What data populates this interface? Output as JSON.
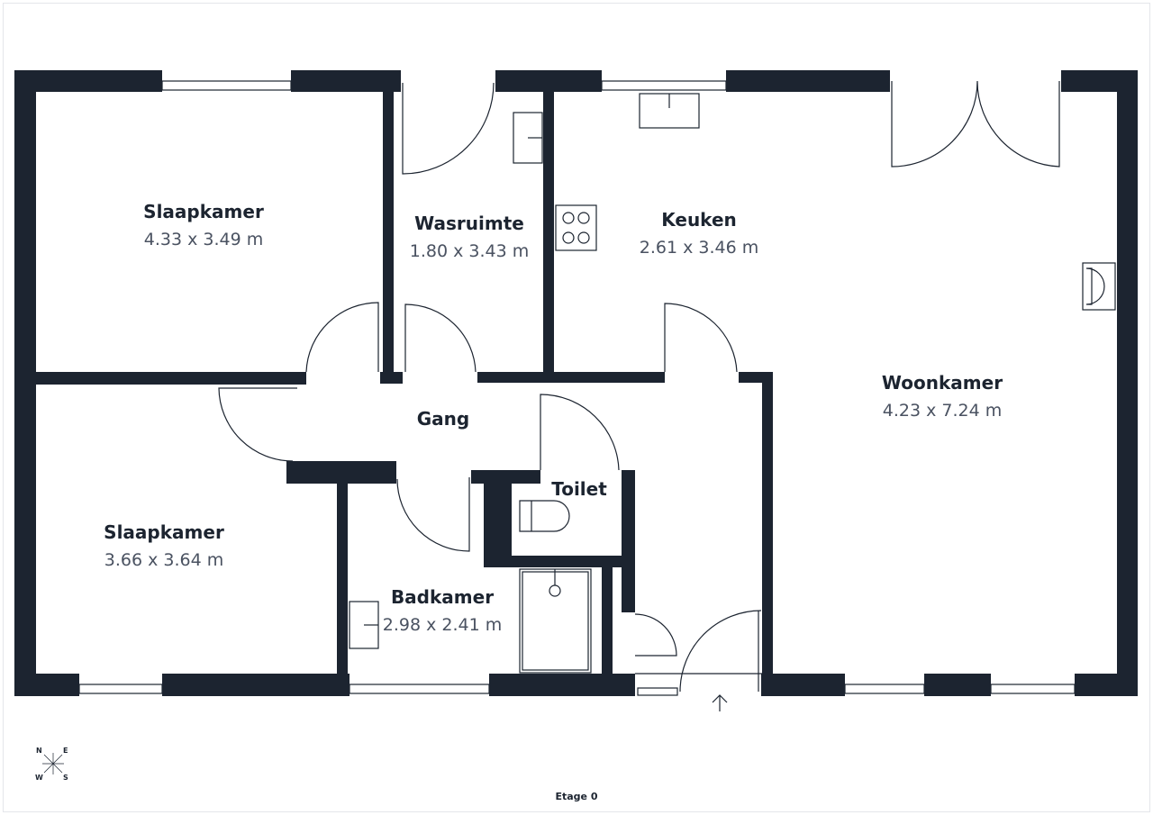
{
  "floor_label": "Etage 0",
  "compass": {
    "n": "N",
    "e": "E",
    "s": "S",
    "w": "W"
  },
  "rooms": {
    "slaapkamer1": {
      "name": "Slaapkamer",
      "dims": "4.33 x 3.49 m"
    },
    "wasruimte": {
      "name": "Wasruimte",
      "dims": "1.80 x 3.43 m"
    },
    "keuken": {
      "name": "Keuken",
      "dims": "2.61 x 3.46 m"
    },
    "woonkamer": {
      "name": "Woonkamer",
      "dims": "4.23 x 7.24 m"
    },
    "gang": {
      "name": "Gang"
    },
    "toilet": {
      "name": "Toilet"
    },
    "slaapkamer2": {
      "name": "Slaapkamer",
      "dims": "3.66 x 3.64 m"
    },
    "badkamer": {
      "name": "Badkamer",
      "dims": "2.98 x 2.41 m"
    }
  },
  "colors": {
    "wall": "#1c2430",
    "dims_text": "#4a5261"
  }
}
